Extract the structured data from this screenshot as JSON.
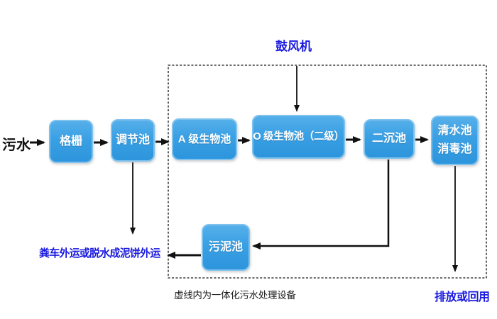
{
  "diagram": {
    "inlet_label": "污水",
    "blower_label": "鼓风机",
    "boxes": {
      "grid": {
        "label": "格栅"
      },
      "regulating": {
        "label": "调节池"
      },
      "a_bio": {
        "label": "A 级生物池"
      },
      "o_bio": {
        "label": "O 级生物池（二级）"
      },
      "secondary_sedimentation": {
        "label": "二沉池"
      },
      "clear_water": {
        "line1": "清水池",
        "line2": "消毒池"
      },
      "sludge": {
        "label": "污泥池"
      }
    },
    "labels": {
      "sludge_disposal": "粪车外运或脱水成泥饼外运",
      "dashed_box_note": "虚线内为一体化污水处理设备",
      "effluent": "排放或回用"
    },
    "colors": {
      "box_fill_top": "#55afe9",
      "box_fill_bottom": "#2d95dc",
      "box_border": "#7fc2ee",
      "box_text": "#ffffff",
      "accent_text": "#1a1ae0",
      "plain_text": "#111111",
      "arrow": "#111111",
      "dashed_border": "#3c3c3c",
      "background": "#ffffff"
    }
  }
}
